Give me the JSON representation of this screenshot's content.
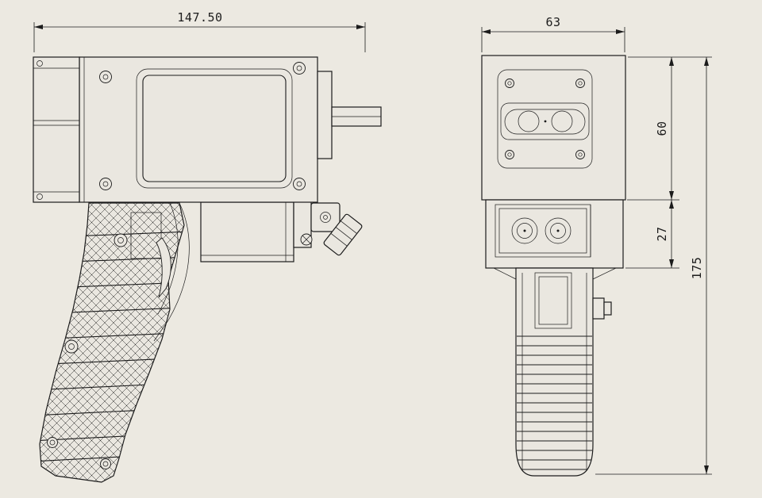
{
  "drawing": {
    "colors": {
      "bg": "#ece9e1",
      "line": "#1c1c1c",
      "part": "#eae7e0",
      "screen": "#e7e4dd"
    },
    "dimensions": {
      "side_width": "147.50",
      "front_width": "63",
      "front_upper_height": "60",
      "front_module_height": "27",
      "front_total_height": "175"
    }
  }
}
